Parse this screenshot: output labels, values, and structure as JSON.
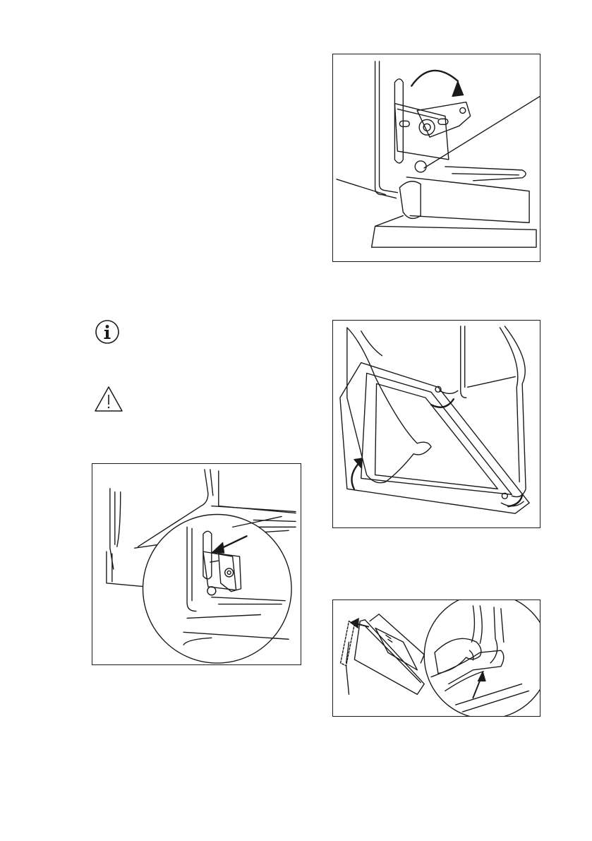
{
  "page": {
    "background": "#ffffff",
    "line_color": "#1a1a1a"
  },
  "icons": {
    "info": "info-icon",
    "warning": "warning-triangle-icon"
  },
  "figures": [
    {
      "id": "hinge-rotate",
      "icon": "hinge-rotate-illustration"
    },
    {
      "id": "door-lift",
      "icon": "door-lift-illustration"
    },
    {
      "id": "hinge-lever",
      "icon": "hinge-lever-illustration"
    },
    {
      "id": "glass-panel",
      "icon": "glass-panel-removal-illustration"
    }
  ]
}
